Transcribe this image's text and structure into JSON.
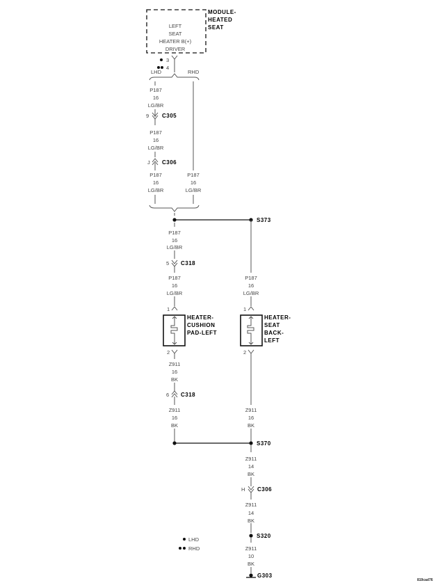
{
  "module": {
    "title": [
      "MODULE-",
      "HEATED",
      "SEAT"
    ],
    "inner": [
      "LEFT",
      "SEAT",
      "HEATER B(+)",
      "DRIVER"
    ],
    "pin_lhd": "3",
    "pin_rhd": "4"
  },
  "variants": {
    "lhd": "LHD",
    "rhd": "RHD"
  },
  "wires": {
    "p187": {
      "circuit": "P187",
      "gauge": "16",
      "color": "LG/BR"
    },
    "z911_16": {
      "circuit": "Z911",
      "gauge": "16",
      "color": "BK"
    },
    "z911_14": {
      "circuit": "Z911",
      "gauge": "14",
      "color": "BK"
    },
    "z911_10": {
      "circuit": "Z911",
      "gauge": "10",
      "color": "BK"
    }
  },
  "connectors": {
    "c305": {
      "name": "C305",
      "pin": "9"
    },
    "c306_upper": {
      "name": "C306",
      "pin": "J"
    },
    "c318_a": {
      "name": "C318",
      "pin": "5"
    },
    "c318_b": {
      "name": "C318",
      "pin": "6"
    },
    "c306_lower": {
      "name": "C306",
      "pin": "H"
    }
  },
  "splices": {
    "s373": "S373",
    "s370": "S370",
    "s320": "S320"
  },
  "ground": "G303",
  "cushion": {
    "title": [
      "HEATER-",
      "CUSHION",
      "PAD-LEFT"
    ],
    "pin_in": "1",
    "pin_out": "2"
  },
  "back": {
    "title": [
      "HEATER-",
      "SEAT",
      "BACK-",
      "LEFT"
    ],
    "pin_in": "1",
    "pin_out": "2"
  },
  "legend": {
    "single_dot": "LHD",
    "double_dot": "RHD"
  },
  "figure_id": "819cad76"
}
